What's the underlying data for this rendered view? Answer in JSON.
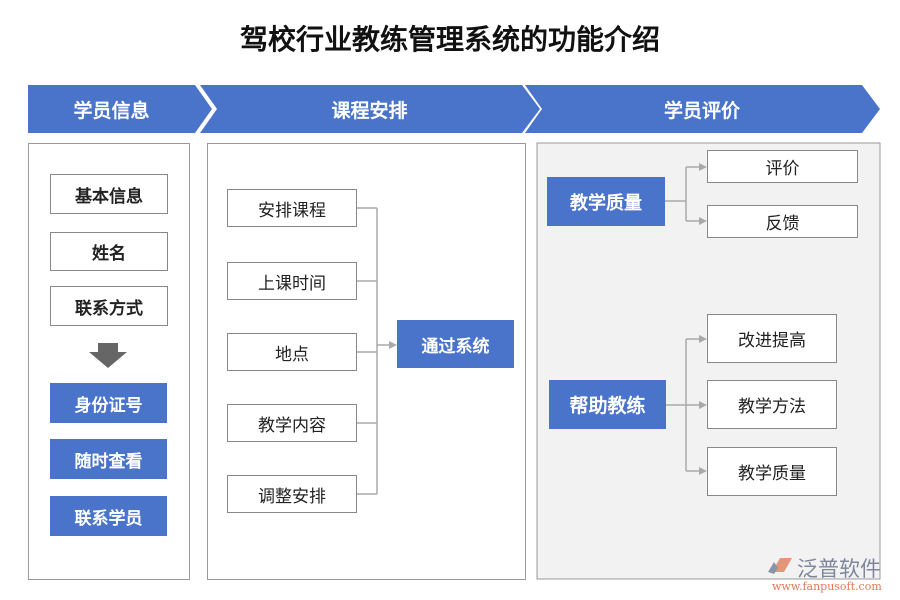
{
  "title": "驾校行业教练管理系统的功能介绍",
  "accent_color": "#4a74c9",
  "banners": [
    "学员信息",
    "课程安排",
    "学员评价"
  ],
  "col1": {
    "items": [
      "基本信息",
      "姓名",
      "联系方式"
    ],
    "highlighted": [
      "身份证号",
      "随时查看",
      "联系学员"
    ]
  },
  "col2": {
    "items": [
      "安排课程",
      "上课时间",
      "地点",
      "教学内容",
      "调整安排"
    ],
    "target": "通过系统"
  },
  "col3": {
    "group1": {
      "label": "教学质量",
      "items": [
        "评价",
        "反馈"
      ]
    },
    "group2": {
      "label": "帮助教练",
      "items": [
        "改进提高",
        "教学方法",
        "教学质量"
      ]
    }
  },
  "logo": {
    "name": "泛普软件",
    "url": "www.fanpusoft.com"
  }
}
